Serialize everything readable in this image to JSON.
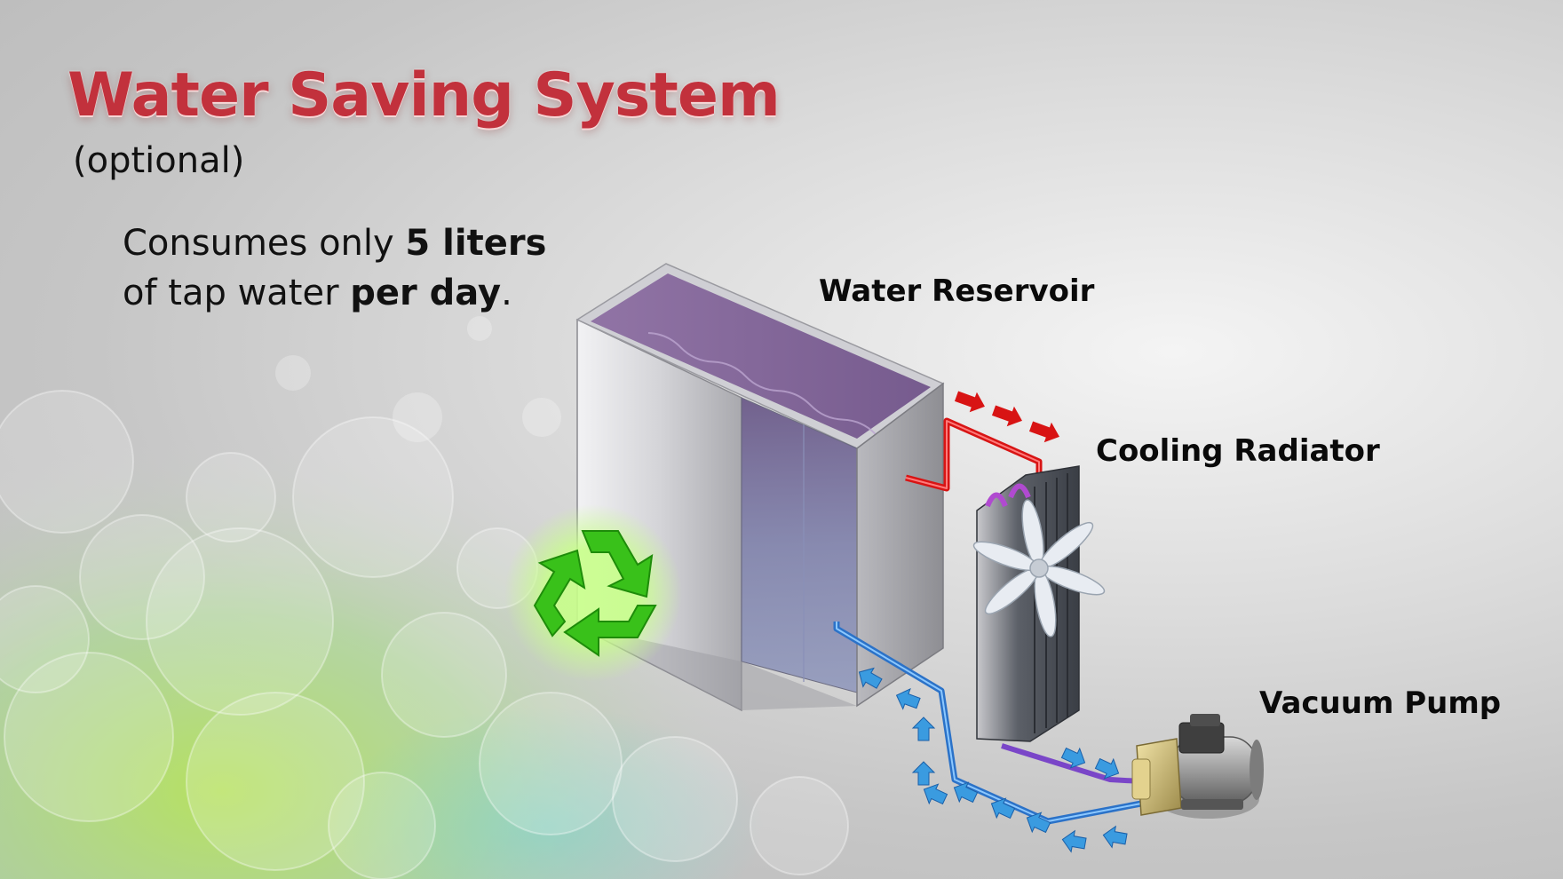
{
  "header": {
    "title": "Water Saving System",
    "subtitle": "(optional)"
  },
  "description": {
    "line1_prefix": "Consumes only ",
    "line1_bold": "5 liters",
    "line2_prefix": "of tap water ",
    "line2_bold": "per day",
    "line2_suffix": "."
  },
  "labels": {
    "water_reservoir": "Water Reservoir",
    "cooling_radiator": "Cooling Radiator",
    "vacuum_pump": "Vacuum Pump"
  },
  "colors": {
    "title": "#c2313c",
    "hot_flow": "#d81414",
    "cold_flow": "#3a9be0",
    "recycle": "#39c11a"
  },
  "icons": {
    "recycle": "recycle-icon"
  }
}
